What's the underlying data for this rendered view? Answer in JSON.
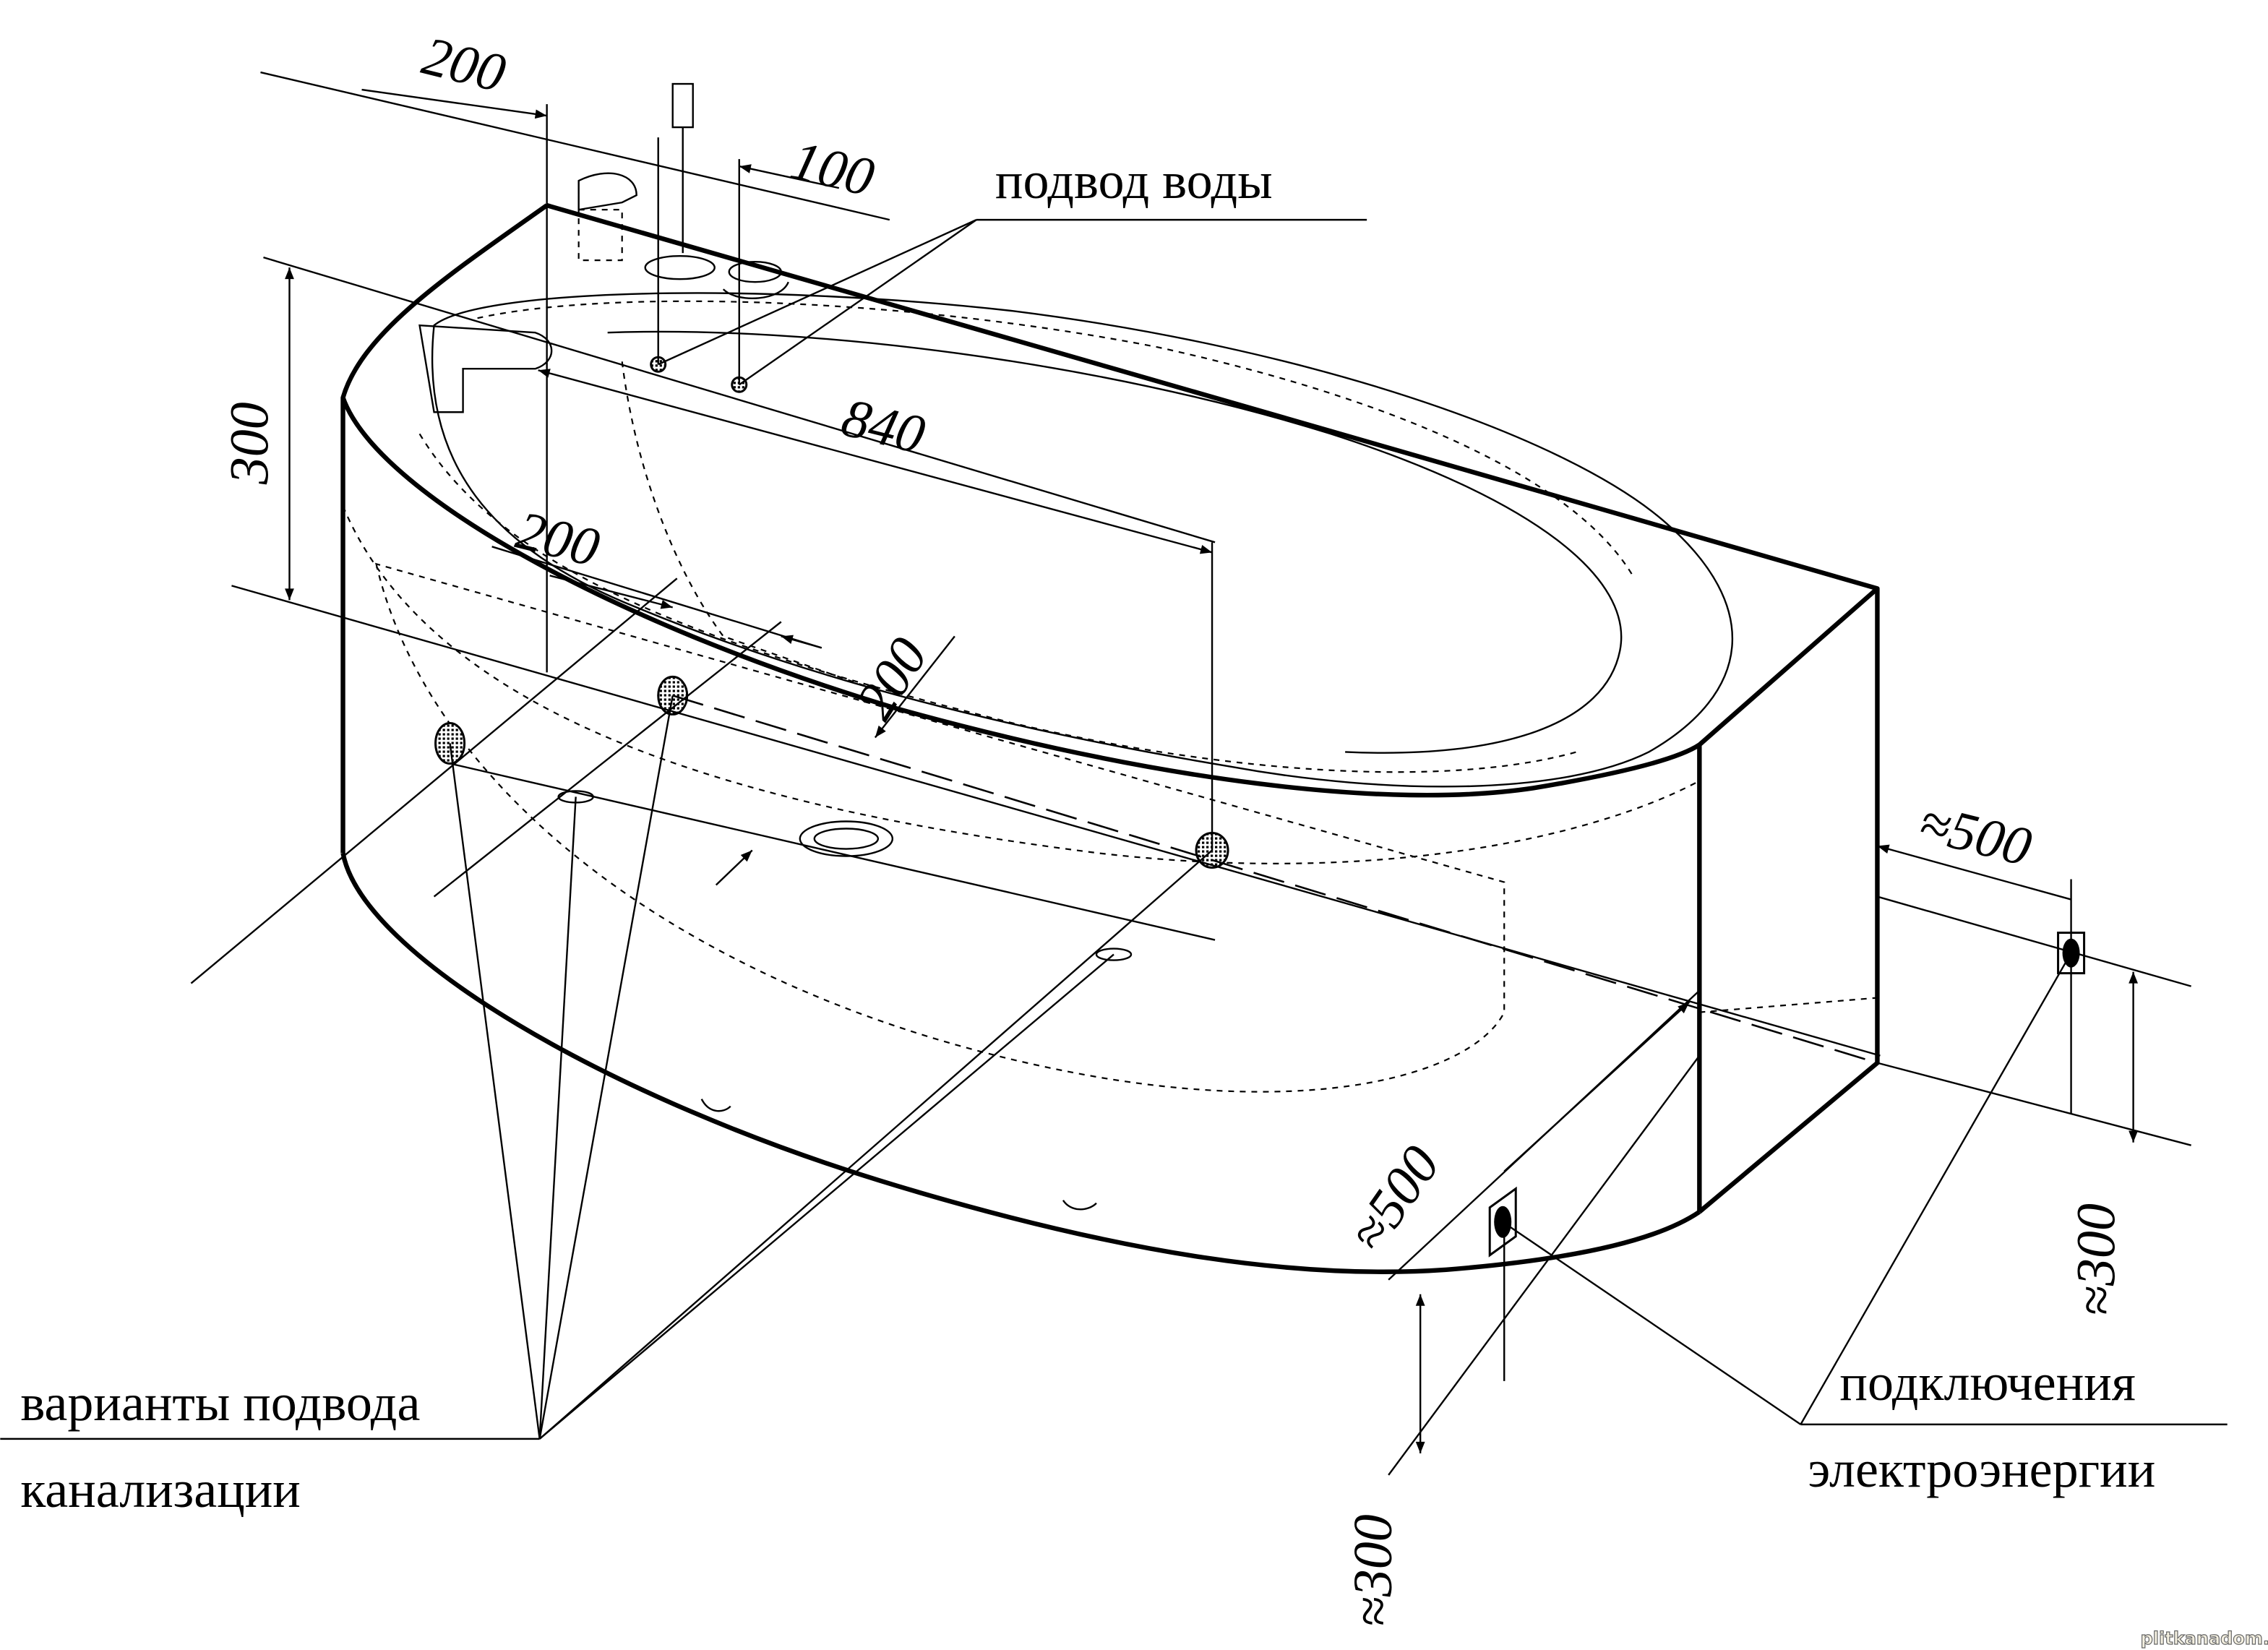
{
  "dimensions": {
    "top_200": "200",
    "top_100": "100",
    "height_300": "300",
    "length_840": "840",
    "mid_200": "200",
    "diag_200": "200",
    "right_500": "≈500",
    "front_500": "≈500",
    "right_300": "≈300",
    "front_300": "≈300"
  },
  "labels": {
    "water_supply": "подвод воды",
    "drain_options_line1": "варианты подвода",
    "drain_options_line2": "канализации",
    "power_line1": "подключения",
    "power_line2": "электроэнергии"
  },
  "watermark": "plitkanadom.ru"
}
